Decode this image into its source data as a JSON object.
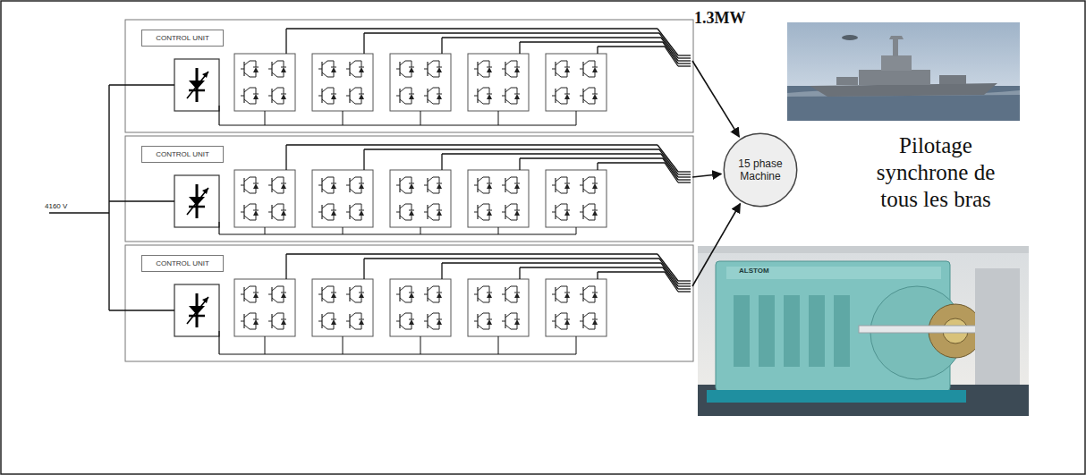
{
  "diagram": {
    "nodes": [
      {
        "text": [
          "CONTROL UNIT"
        ]
      },
      {
        "text": [
          "CONTROL UNIT"
        ]
      },
      {
        "text": [
          "CONTROL UNIT"
        ]
      },
      {
        "text": [
          "15 phase Machine"
        ]
      }
    ],
    "labels": [
      "1.3MW",
      "Pilotage synchrone de tous les bras",
      "4160 V",
      "ALSTOM"
    ]
  }
}
